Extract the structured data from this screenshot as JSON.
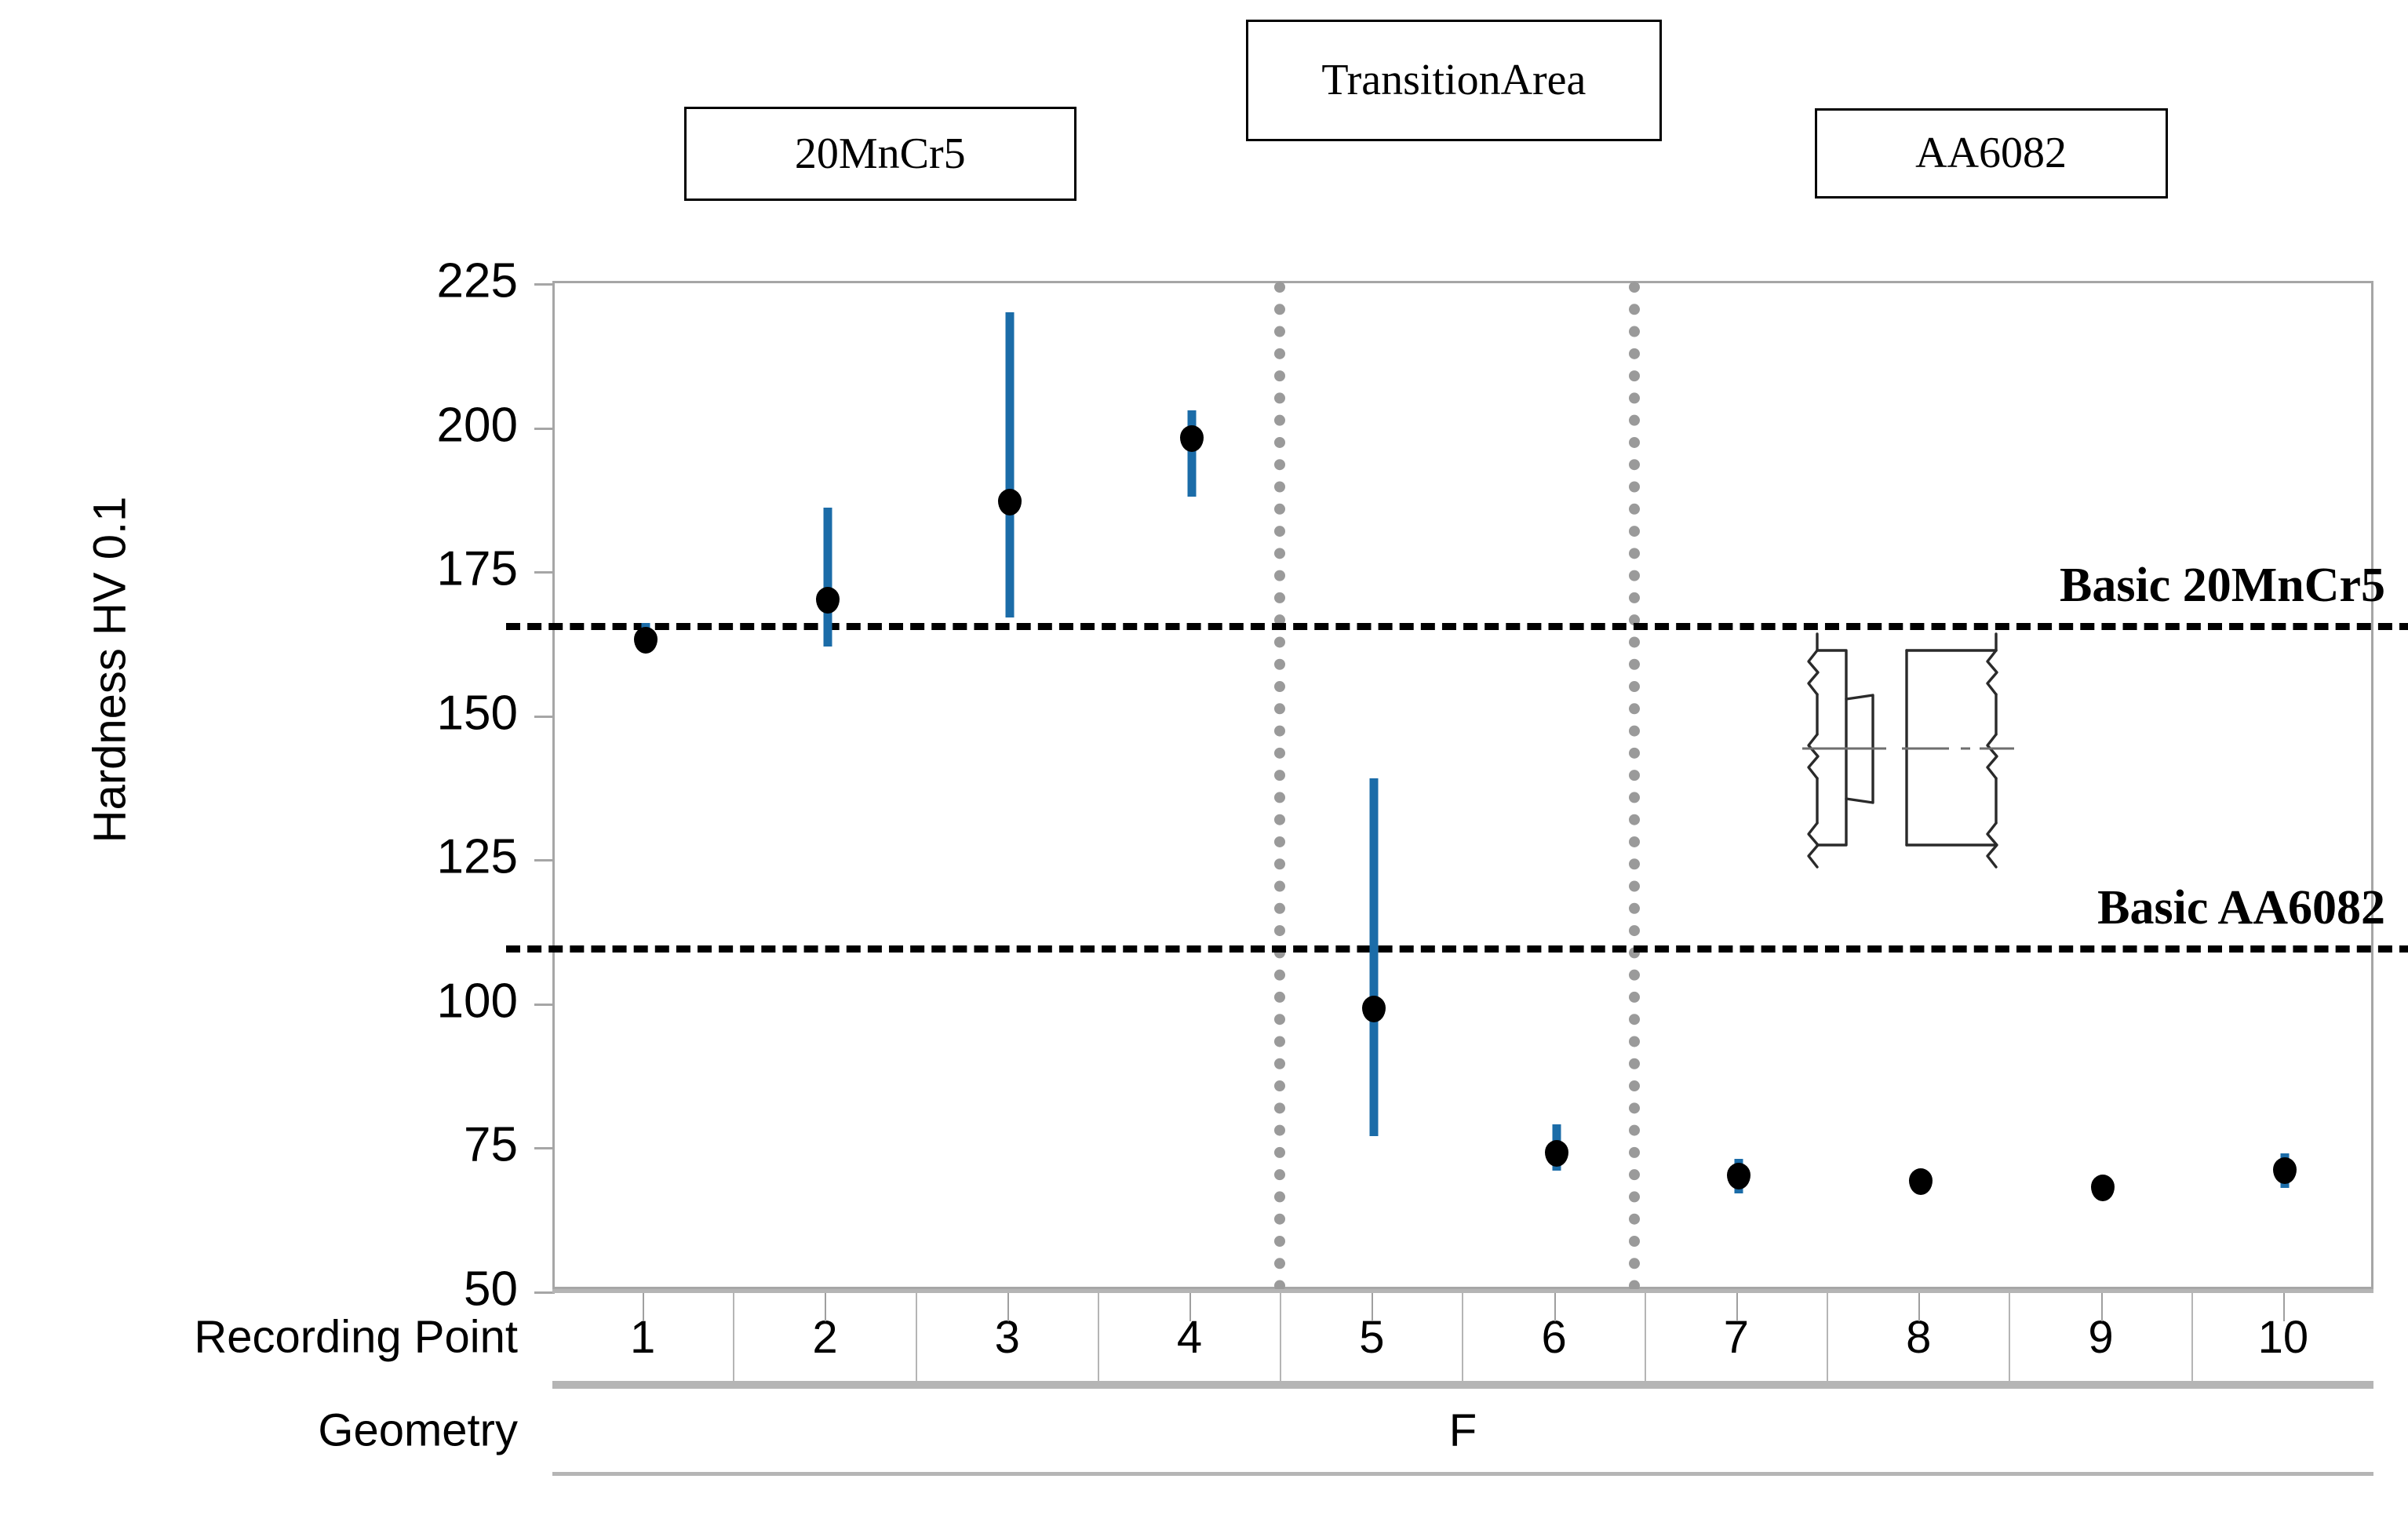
{
  "axes": {
    "ylabel": "Hardness HV 0.1",
    "yticks": [
      225,
      200,
      175,
      150,
      125,
      100,
      75,
      50
    ],
    "ylim": [
      50,
      225
    ],
    "row_labels": {
      "points": "Recording Point",
      "geometry": "Geometry"
    }
  },
  "categories": {
    "left": "20MnCr5",
    "middle": "Transition\nArea",
    "right": "AA6082",
    "middle_line1": "Transition",
    "middle_line2": "Area"
  },
  "reference_lines": [
    {
      "label": "Basic 20MnCr5",
      "value": 166
    },
    {
      "label": "Basic AA6082",
      "value": 110
    }
  ],
  "table": {
    "recording_points": [
      "1",
      "2",
      "3",
      "4",
      "5",
      "6",
      "7",
      "8",
      "9",
      "10"
    ],
    "geometry": "F"
  },
  "colors": {
    "error_bar": "#1b6ca8",
    "marker": "#000000",
    "axis": "#a6a6a6",
    "divider": "#9a9a9a",
    "reference": "#000000"
  },
  "chart_data": {
    "type": "scatter",
    "title": "",
    "xlabel": "Recording Point",
    "ylabel": "Hardness HV 0.1",
    "ylim": [
      50,
      225
    ],
    "xlim": [
      0.5,
      10.5
    ],
    "grid": false,
    "legend": "none",
    "categories": [
      "1",
      "2",
      "3",
      "4",
      "5",
      "6",
      "7",
      "8",
      "9",
      "10"
    ],
    "values": [
      163,
      170,
      187,
      198,
      99,
      74,
      70,
      69,
      68,
      71
    ],
    "err_low": [
      161,
      162,
      167,
      188,
      77,
      71,
      67,
      67,
      68,
      68
    ],
    "err_high": [
      166,
      186,
      220,
      203,
      139,
      79,
      73,
      71,
      68,
      74
    ],
    "series": [
      {
        "name": "Hardness HV 0.1",
        "points": [
          {
            "x": 1,
            "value": 163,
            "low": 161,
            "high": 166
          },
          {
            "x": 2,
            "value": 170,
            "low": 162,
            "high": 186
          },
          {
            "x": 3,
            "value": 187,
            "low": 167,
            "high": 220
          },
          {
            "x": 4,
            "value": 198,
            "low": 188,
            "high": 203
          },
          {
            "x": 5,
            "value": 99,
            "low": 77,
            "high": 139
          },
          {
            "x": 6,
            "value": 74,
            "low": 71,
            "high": 79
          },
          {
            "x": 7,
            "value": 70,
            "low": 67,
            "high": 73
          },
          {
            "x": 8,
            "value": 69,
            "low": 67,
            "high": 71
          },
          {
            "x": 9,
            "value": 68,
            "low": 68,
            "high": 68
          },
          {
            "x": 10,
            "value": 71,
            "low": 68,
            "high": 74
          }
        ]
      }
    ],
    "reference_lines": [
      {
        "label": "Basic 20MnCr5",
        "value": 166
      },
      {
        "label": "Basic AA6082",
        "value": 110
      }
    ],
    "zone_dividers": [
      4.45,
      6.4
    ],
    "annotations": [
      "20MnCr5",
      "Transition Area",
      "AA6082"
    ]
  }
}
